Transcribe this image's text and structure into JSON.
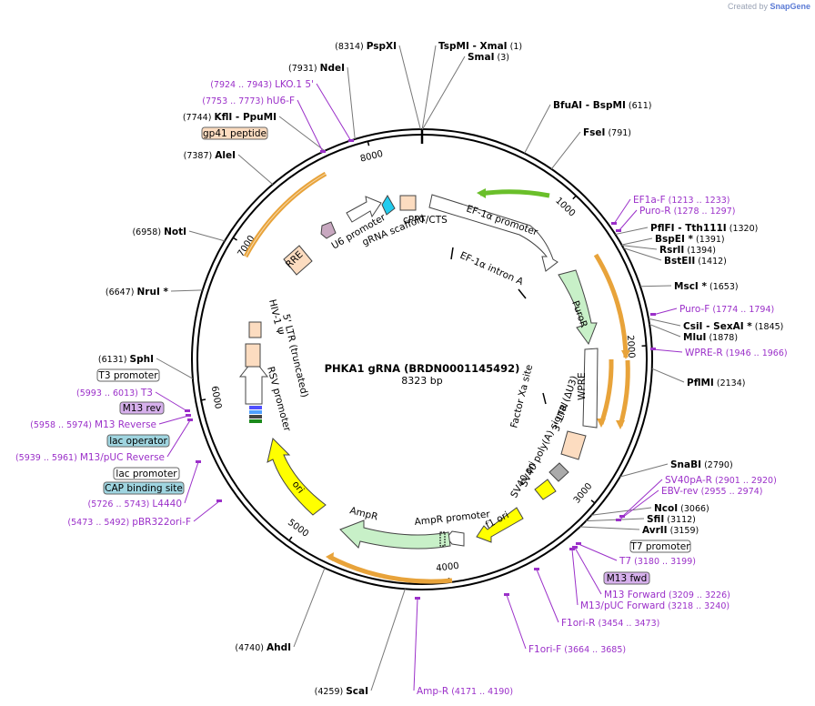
{
  "branding": {
    "created_by": "Created by",
    "app": "SnapGene"
  },
  "plasmid": {
    "name": "PHKA1 gRNA (BRDN0001145492)",
    "size_label": "8323 bp",
    "length": 8323
  },
  "ticks": [
    {
      "bp": 1000,
      "label": "1000"
    },
    {
      "bp": 2000,
      "label": "2000"
    },
    {
      "bp": 3000,
      "label": "3000"
    },
    {
      "bp": 4000,
      "label": "4000"
    },
    {
      "bp": 5000,
      "label": "5000"
    },
    {
      "bp": 6000,
      "label": "6000"
    },
    {
      "bp": 7000,
      "label": "7000"
    },
    {
      "bp": 8000,
      "label": "8000"
    }
  ],
  "colors": {
    "site_black": "#000000",
    "primer_purple": "#9b30c9",
    "line_gray": "#777777",
    "orf_orange": "#e8a33a",
    "puro_green": "#c8f0c8",
    "ori_yellow": "#ffff00",
    "promoter_white": "#ffffff",
    "ltr_peach": "#fcdcc0",
    "purple_box": "#d6b0ec",
    "cyan_box": "#9fd5e0"
  },
  "sites": [
    {
      "name": "PspXI",
      "pos": "(8314)",
      "bp": 8314
    },
    {
      "name": "TspMI",
      "name2": "XmaI",
      "pos": "(1)",
      "bp": 1
    },
    {
      "name": "SmaI",
      "pos": "(3)",
      "bp": 3
    },
    {
      "name": "BfuAI",
      "name2": "BspMI",
      "pos": "(611)",
      "bp": 611
    },
    {
      "name": "FseI",
      "pos": "(791)",
      "bp": 791
    },
    {
      "name": "PflFI",
      "name2": "Tth111I",
      "pos": "(1320)",
      "bp": 1320
    },
    {
      "name": "BspEI *",
      "pos": "(1391)",
      "bp": 1391
    },
    {
      "name": "RsrII",
      "pos": "(1394)",
      "bp": 1394
    },
    {
      "name": "BstEII",
      "pos": "(1412)",
      "bp": 1412
    },
    {
      "name": "MscI *",
      "pos": "(1653)",
      "bp": 1653
    },
    {
      "name": "CsiI",
      "name2": "SexAI *",
      "pos": "(1845)",
      "bp": 1845
    },
    {
      "name": "MluI",
      "pos": "(1878)",
      "bp": 1878
    },
    {
      "name": "PflMI",
      "pos": "(2134)",
      "bp": 2134
    },
    {
      "name": "SnaBI",
      "pos": "(2790)",
      "bp": 2790
    },
    {
      "name": "NcoI",
      "pos": "(3066)",
      "bp": 3066
    },
    {
      "name": "SfiI",
      "pos": "(3112)",
      "bp": 3112
    },
    {
      "name": "AvrII",
      "pos": "(3159)",
      "bp": 3159
    },
    {
      "name": "ScaI",
      "pos": "(4259)",
      "bp": 4259
    },
    {
      "name": "AhdI",
      "pos": "(4740)",
      "bp": 4740
    },
    {
      "name": "SphI",
      "pos": "(6131)",
      "bp": 6131
    },
    {
      "name": "NruI *",
      "pos": "(6647)",
      "bp": 6647
    },
    {
      "name": "NotI",
      "pos": "(6958)",
      "bp": 6958
    },
    {
      "name": "AleI",
      "pos": "(7387)",
      "bp": 7387
    },
    {
      "name": "KflI",
      "name2": "PpuMI",
      "pos": "(7744)",
      "bp": 7744
    },
    {
      "name": "NdeI",
      "pos": "(7931)",
      "bp": 7931
    }
  ],
  "primers": [
    {
      "name": "EF1a-F",
      "pos": "(1213 .. 1233)"
    },
    {
      "name": "Puro-R",
      "pos": "(1278 .. 1297)"
    },
    {
      "name": "Puro-F",
      "pos": "(1774 .. 1794)"
    },
    {
      "name": "WPRE-R",
      "pos": "(1946 .. 1966)"
    },
    {
      "name": "SV40pA-R",
      "pos": "(2901 .. 2920)"
    },
    {
      "name": "EBV-rev",
      "pos": "(2955 .. 2974)"
    },
    {
      "name": "T7",
      "pos": "(3180 .. 3199)"
    },
    {
      "name": "M13 Forward",
      "pos": "(3209 .. 3226)"
    },
    {
      "name": "M13/pUC Forward",
      "pos": "(3218 .. 3240)"
    },
    {
      "name": "F1ori-R",
      "pos": "(3454 .. 3473)"
    },
    {
      "name": "F1ori-F",
      "pos": "(3664 .. 3685)"
    },
    {
      "name": "Amp-R",
      "pos": "(4171 .. 4190)"
    },
    {
      "name": "pBR322ori-F",
      "pos": "(5473 .. 5492)"
    },
    {
      "name": "L4440",
      "pos": "(5726 .. 5743)"
    },
    {
      "name": "M13/pUC Reverse",
      "pos": "(5939 .. 5961)"
    },
    {
      "name": "M13 Reverse",
      "pos": "(5958 .. 5974)"
    },
    {
      "name": "T3",
      "pos": "(5993 .. 6013)"
    },
    {
      "name": "hU6-F",
      "pos": "(7753 .. 7773)"
    },
    {
      "name": "LKO.1 5'",
      "pos": "(7924 .. 7943)"
    }
  ],
  "boxes": [
    {
      "name": "gp41 peptide"
    },
    {
      "name": "T7 promoter"
    },
    {
      "name": "M13 fwd"
    },
    {
      "name": "T3 promoter"
    },
    {
      "name": "M13 rev"
    },
    {
      "name": "lac operator"
    },
    {
      "name": "lac promoter"
    },
    {
      "name": "CAP binding site"
    }
  ],
  "features": [
    {
      "name": "EF-1α promoter"
    },
    {
      "name": "EF-1α intron A"
    },
    {
      "name": "PuroR"
    },
    {
      "name": "WPRE"
    },
    {
      "name": "Factor Xa site"
    },
    {
      "name": "3' LTR (ΔU3)"
    },
    {
      "name": "SV40 poly(A) signal"
    },
    {
      "name": "SV40 ori"
    },
    {
      "name": "f1 ori"
    },
    {
      "name": "AmpR promoter"
    },
    {
      "name": "AmpR"
    },
    {
      "name": "ori"
    },
    {
      "name": "RSV promoter"
    },
    {
      "name": "5' LTR (truncated)"
    },
    {
      "name": "HIV-1 Ψ"
    },
    {
      "name": "RRE"
    },
    {
      "name": "U6 promoter"
    },
    {
      "name": "gRNA scaffold"
    },
    {
      "name": "cPPT/CTS"
    }
  ]
}
